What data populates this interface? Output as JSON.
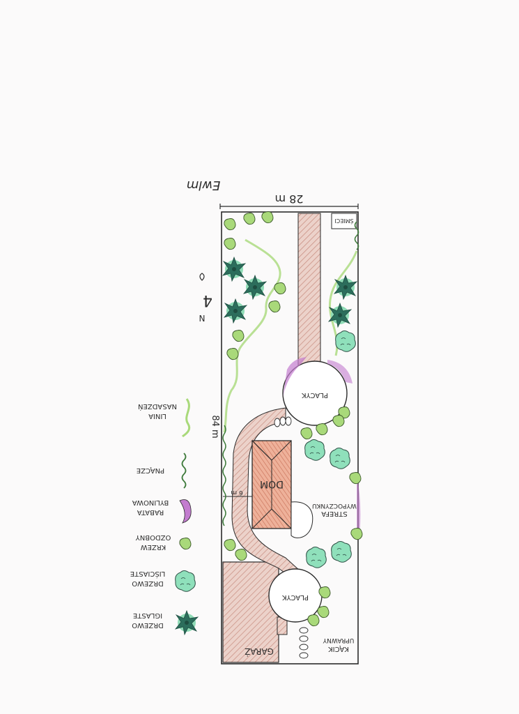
{
  "plan": {
    "signature": "Ewlm",
    "dimension_width": "28 m",
    "dimension_length": "84 m",
    "dimension_small": "6 m",
    "north_label": "N",
    "north_number": "4",
    "labels": {
      "smieci": "ŚMIECI",
      "placyk_top": "PLACYK",
      "placyk_bottom": "PLACYK",
      "dom": "DOM",
      "strefa_line1": "STREFA",
      "strefa_line2": "WYPOCZYNKU",
      "garaz": "GARAŻ",
      "kacik_line1": "KĄCIK",
      "kacik_line2": "UPRAWNY"
    }
  },
  "legend": [
    {
      "id": "conifer",
      "line1": "DRZEWO",
      "line2": "IGLASTE",
      "icon": "conifer-tree-icon"
    },
    {
      "id": "deciduous",
      "line1": "DRZEWO",
      "line2": "LIŚCIASTE",
      "icon": "deciduous-tree-icon"
    },
    {
      "id": "shrub",
      "line1": "KRZEW",
      "line2": "OZDOBNY",
      "icon": "shrub-icon"
    },
    {
      "id": "flowerbed",
      "line1": "RABATA",
      "line2": "BYLINOWA",
      "icon": "flowerbed-icon"
    },
    {
      "id": "vines",
      "line1": "PNĄCZE",
      "line2": "",
      "icon": "vine-icon"
    },
    {
      "id": "planting",
      "line1": "LINIA",
      "line2": "NASADZEŃ",
      "icon": "planting-line-icon"
    }
  ],
  "colors": {
    "outline": "#2a2a2a",
    "paving": "#e8c9c0",
    "paving_hatch": "#c98f82",
    "house_fill": "#e9a68c",
    "green_light": "#a9d97a",
    "green_mint": "#8fe0bb",
    "green_dark": "#2c6e5c",
    "violet": "#c37ccf"
  }
}
